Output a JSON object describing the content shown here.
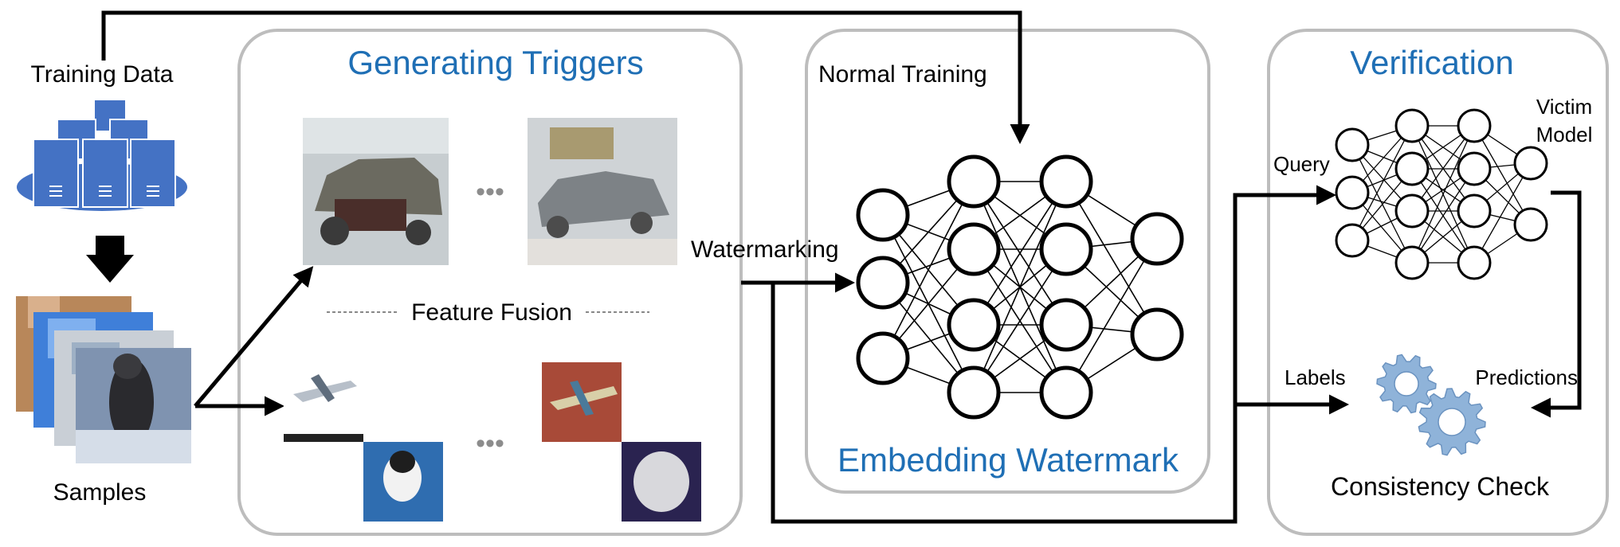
{
  "colors": {
    "accent_title": "#1f6fb5",
    "panel_border": "#bdbdbd",
    "server_blue": "#4472c4",
    "gear_blue": "#8fb3d9",
    "arrow": "#000000"
  },
  "inputs": {
    "training_data_label": "Training Data",
    "samples_label": "Samples"
  },
  "panels": {
    "generating_triggers": {
      "title": "Generating Triggers",
      "fusion_label": "Feature Fusion",
      "ellipsis": "•••"
    },
    "embedding_watermark": {
      "title": "Embedding Watermark",
      "normal_training_label": "Normal Training"
    },
    "verification": {
      "title": "Verification",
      "query_label": "Query",
      "victim_model_line1": "Victim",
      "victim_model_line2": "Model",
      "labels_label": "Labels",
      "predictions_label": "Predictions",
      "consistency_check_label": "Consistency Check"
    }
  },
  "flows": {
    "watermarking_label": "Watermarking"
  },
  "icons": {
    "server": "server-stack-icon",
    "gears": "gears-icon",
    "neural_network": "neural-network-icon"
  }
}
